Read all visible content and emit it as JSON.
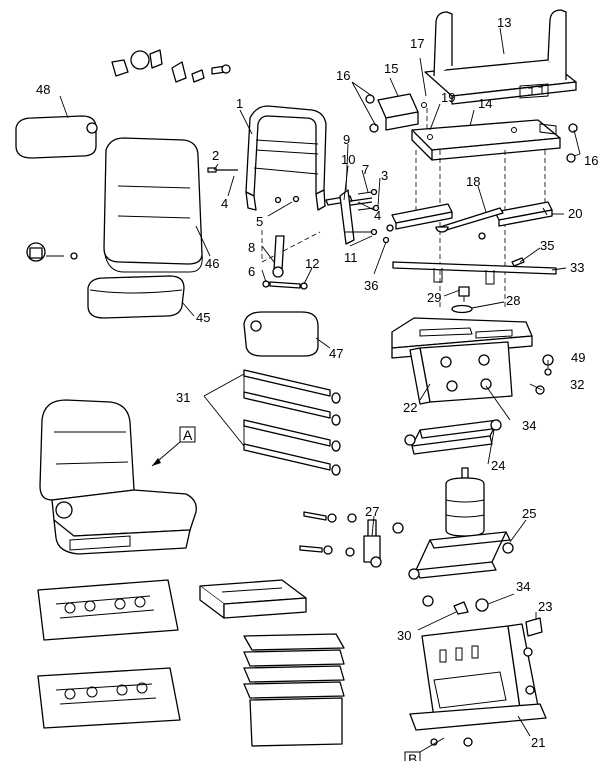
{
  "diagram": {
    "view_marker_a": "A",
    "view_marker_b": "B",
    "callouts": [
      {
        "n": "13"
      },
      {
        "n": "17"
      },
      {
        "n": "16"
      },
      {
        "n": "15"
      },
      {
        "n": "48"
      },
      {
        "n": "1"
      },
      {
        "n": "19"
      },
      {
        "n": "14"
      },
      {
        "n": "16"
      },
      {
        "n": "9"
      },
      {
        "n": "2"
      },
      {
        "n": "10"
      },
      {
        "n": "7"
      },
      {
        "n": "3"
      },
      {
        "n": "18"
      },
      {
        "n": "4"
      },
      {
        "n": "5"
      },
      {
        "n": "4"
      },
      {
        "n": "20"
      },
      {
        "n": "46"
      },
      {
        "n": "8"
      },
      {
        "n": "11"
      },
      {
        "n": "35"
      },
      {
        "n": "6"
      },
      {
        "n": "12"
      },
      {
        "n": "33"
      },
      {
        "n": "36"
      },
      {
        "n": "29"
      },
      {
        "n": "28"
      },
      {
        "n": "45"
      },
      {
        "n": "47"
      },
      {
        "n": "49"
      },
      {
        "n": "31"
      },
      {
        "n": "22"
      },
      {
        "n": "32"
      },
      {
        "n": "34"
      },
      {
        "n": "24"
      },
      {
        "n": "27"
      },
      {
        "n": "25"
      },
      {
        "n": "34"
      },
      {
        "n": "23"
      },
      {
        "n": "30"
      },
      {
        "n": "21"
      }
    ]
  }
}
